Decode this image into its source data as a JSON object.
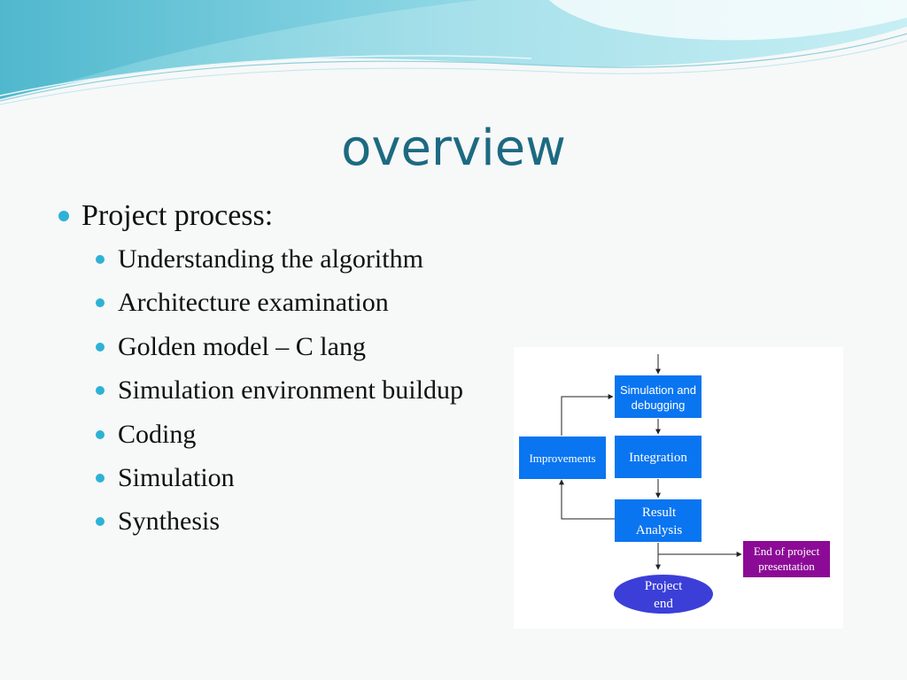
{
  "slide": {
    "title": "overview",
    "main_bullet": "Project process:",
    "sub_bullets": [
      "Understanding the algorithm",
      "Architecture examination",
      "Golden model – C lang",
      "Simulation environment buildup",
      "Coding",
      "Simulation",
      "Synthesis"
    ]
  },
  "flowchart": {
    "sim_debug": [
      "Simulation and",
      "debugging"
    ],
    "integration": "Integration",
    "result_analysis": [
      "Result",
      "Analysis"
    ],
    "improvements": "Improvements",
    "end_presentation": [
      "End of project",
      "presentation"
    ],
    "project_end": [
      "Project",
      "end"
    ]
  },
  "colors": {
    "title": "#1c6a82",
    "bullet": "#2db2d6",
    "box_blue": "#0a75f0",
    "box_purple": "#8c0b96",
    "ellipse": "#3b3fd8"
  }
}
